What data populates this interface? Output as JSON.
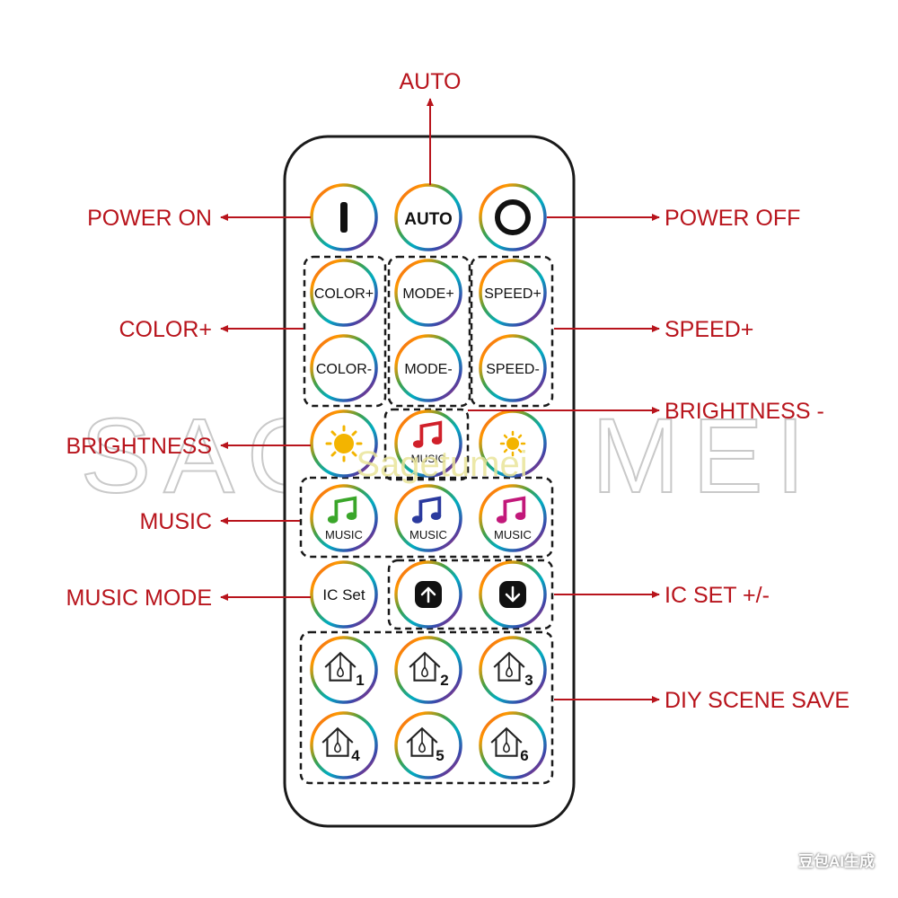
{
  "watermark": {
    "large": "SAGETUMEI",
    "small": "Sagetumei"
  },
  "corner_badge": "豆包AI生成",
  "labels": {
    "auto": "AUTO",
    "power_on": "POWER ON",
    "power_off": "POWER OFF",
    "color_plus": "COLOR+",
    "speed_plus": "SPEED+",
    "brightness_minus": "BRIGHTNESS -",
    "brightness": "BRIGHTNESS",
    "music": "MUSIC",
    "music_mode": "MUSIC MODE",
    "ic_set": "IC SET +/-",
    "diy_scene_save": "DIY SCENE SAVE"
  },
  "buttons": {
    "auto": "AUTO",
    "color_plus": "COLOR+",
    "color_minus": "COLOR-",
    "mode_plus": "MODE+",
    "mode_minus": "MODE-",
    "speed_plus": "SPEED+",
    "speed_minus": "SPEED-",
    "music": "MUSIC",
    "ic_set": "IC Set",
    "scene_1": "1",
    "scene_2": "2",
    "scene_3": "3",
    "scene_4": "4",
    "scene_5": "5",
    "scene_6": "6"
  },
  "colors": {
    "label_red": "#b8141c",
    "note_red": "#d0202a",
    "note_green": "#3aa62a",
    "note_blue": "#2b3a9e",
    "note_magenta": "#c2187a",
    "sun_yellow": "#f3b400"
  }
}
